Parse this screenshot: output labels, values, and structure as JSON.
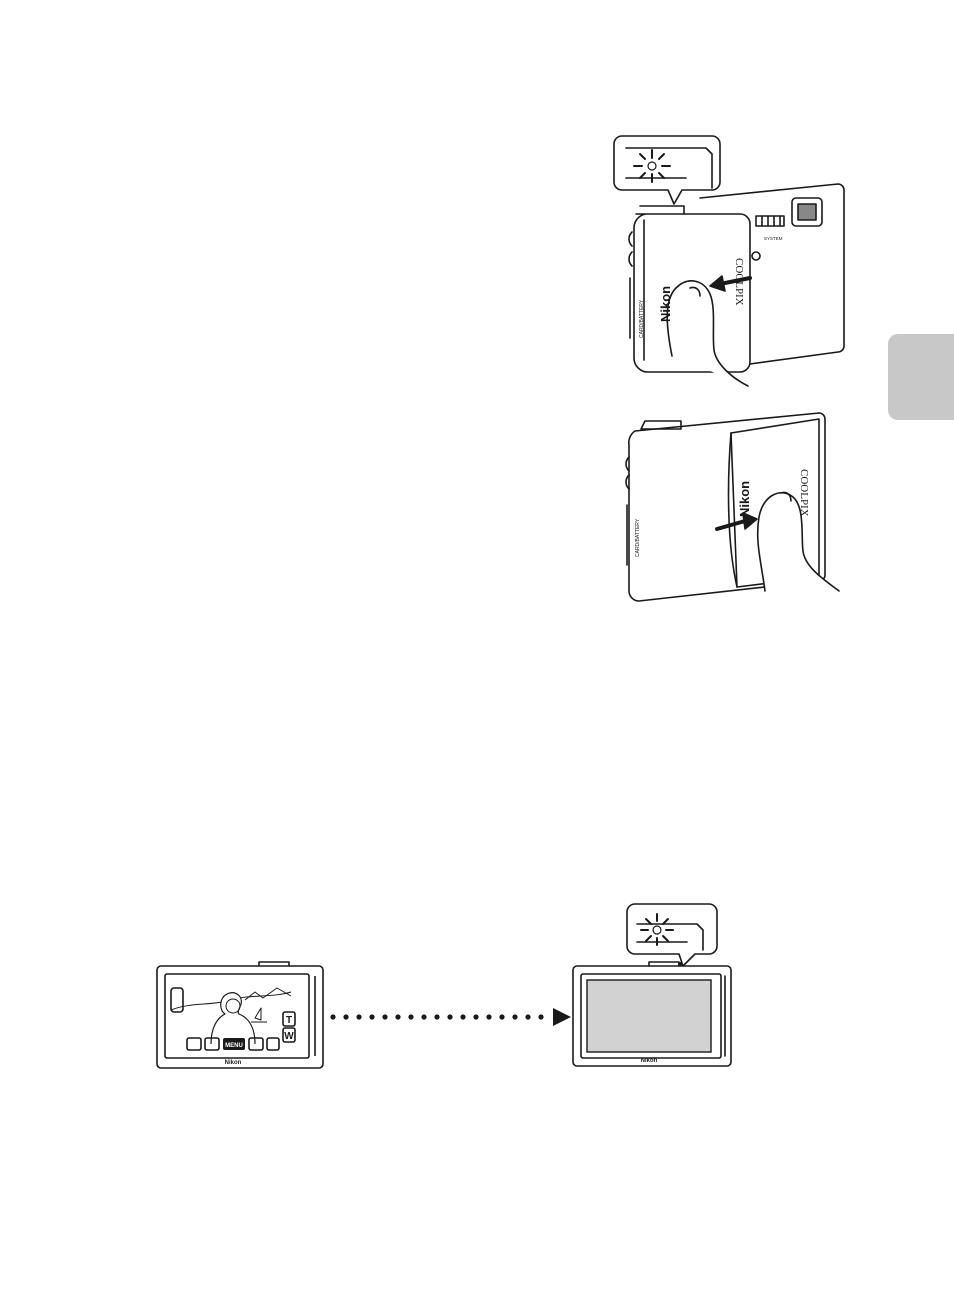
{
  "illustrations": {
    "open_cover": {
      "brand": "Nikon",
      "model": "COOLPIX",
      "compartment_label": "CARD/BATTERY",
      "sensor_label": "SYSTEM"
    },
    "close_cover": {
      "brand": "Nikon",
      "model": "COOLPIX",
      "compartment_label": "CARD/BATTERY"
    },
    "shooting_screen": {
      "brand": "Nikon",
      "zoom_tele": "T",
      "zoom_wide": "W",
      "menu_label": "MENU"
    },
    "screen_off": {
      "brand": "Nikon"
    }
  },
  "colors": {
    "line": "#1a1a1a",
    "section_tab": "#c8c8c8",
    "screen_off": "#d2d2d2"
  }
}
